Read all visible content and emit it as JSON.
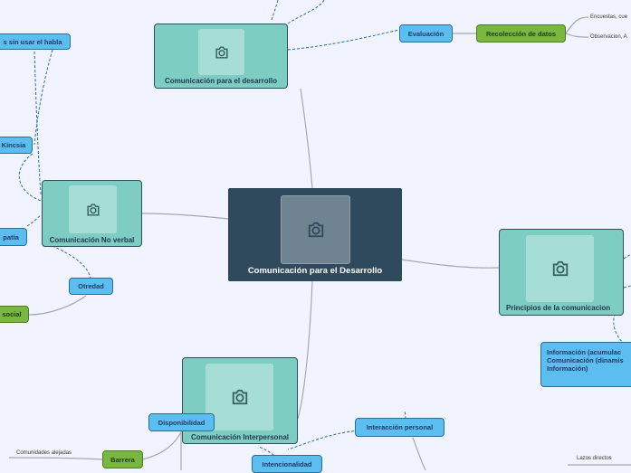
{
  "central": {
    "label": "Comunicación    para el Desarrollo",
    "icon": "camera-icon"
  },
  "topics": {
    "top": "Comunicación   para el desarrollo",
    "noverbal": "Comunicación No verbal",
    "interpersonal": "Comunicación Interpersonal",
    "principios": "Principios de la comunicacion"
  },
  "pills": {
    "sinhabla": "s sin usar el habla",
    "kinesia": "Kincsia",
    "empatia": "patía",
    "otredad": "Otredad",
    "evaluacion": "Evaluación",
    "disponibilidad": "Disponibilidad",
    "intencionalidad": "Intencionalidad",
    "interaccion": "Interacción personal"
  },
  "greens": {
    "recoleccion": "Recolección de datos",
    "social": "social",
    "barrera": "Barrera"
  },
  "info_box": "Información (acumulac\nComunicación (dinamis\nInformación)",
  "notes": {
    "encuestas": "Encuestas, cue",
    "observacion": "Observacion, A",
    "comunidades": "Comunidades alejadas",
    "lazos": "Lazos directos"
  },
  "colors": {
    "background": "#f1f3fe",
    "central": "#2f4a5c",
    "topic": "#7ecdc3",
    "pill": "#5bbdf0",
    "green": "#79b740",
    "dashed_link": "#2a6db5"
  }
}
